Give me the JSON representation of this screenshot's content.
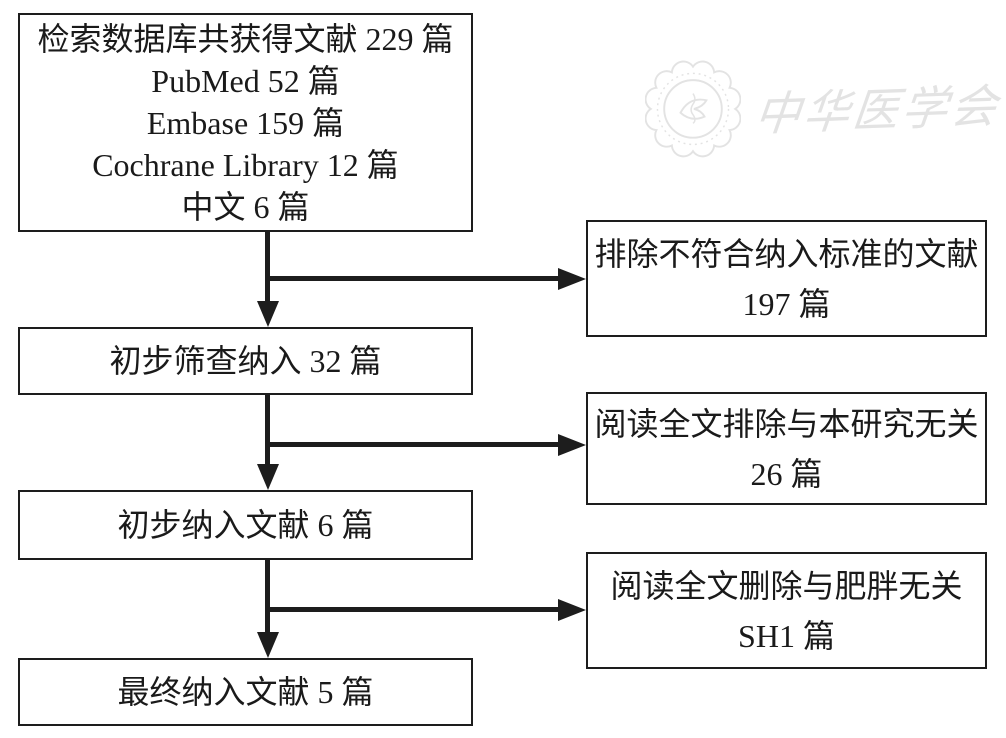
{
  "watermark": {
    "text": "中华医学会",
    "emblem_icon": "chinese-medical-association-emblem",
    "color": "#e3e3e3"
  },
  "colors": {
    "line": "#1d1d1d",
    "text": "#1a1a1a",
    "background": "#ffffff"
  },
  "flowchart": {
    "main_boxes": [
      {
        "name": "database-search",
        "lines": [
          "检索数据库共获得文献 229 篇",
          "PubMed 52 篇",
          "Embase 159 篇",
          "Cochrane Library 12 篇",
          "中文 6 篇"
        ]
      },
      {
        "name": "initial-screening",
        "lines": [
          "初步筛查纳入 32 篇"
        ]
      },
      {
        "name": "preliminary-inclusion",
        "lines": [
          "初步纳入文献 6 篇"
        ]
      },
      {
        "name": "final-inclusion",
        "lines": [
          "最终纳入文献 5 篇"
        ]
      }
    ],
    "exclusion_boxes": [
      {
        "name": "exclude-not-meeting-criteria",
        "lines": [
          "排除不符合纳入标准的文献",
          "197 篇"
        ]
      },
      {
        "name": "exclude-unrelated-to-study",
        "lines": [
          "阅读全文排除与本研究无关",
          "26 篇"
        ]
      },
      {
        "name": "exclude-unrelated-to-obesity",
        "lines": [
          "阅读全文删除与肥胖无关",
          "SH1 篇"
        ]
      }
    ]
  }
}
